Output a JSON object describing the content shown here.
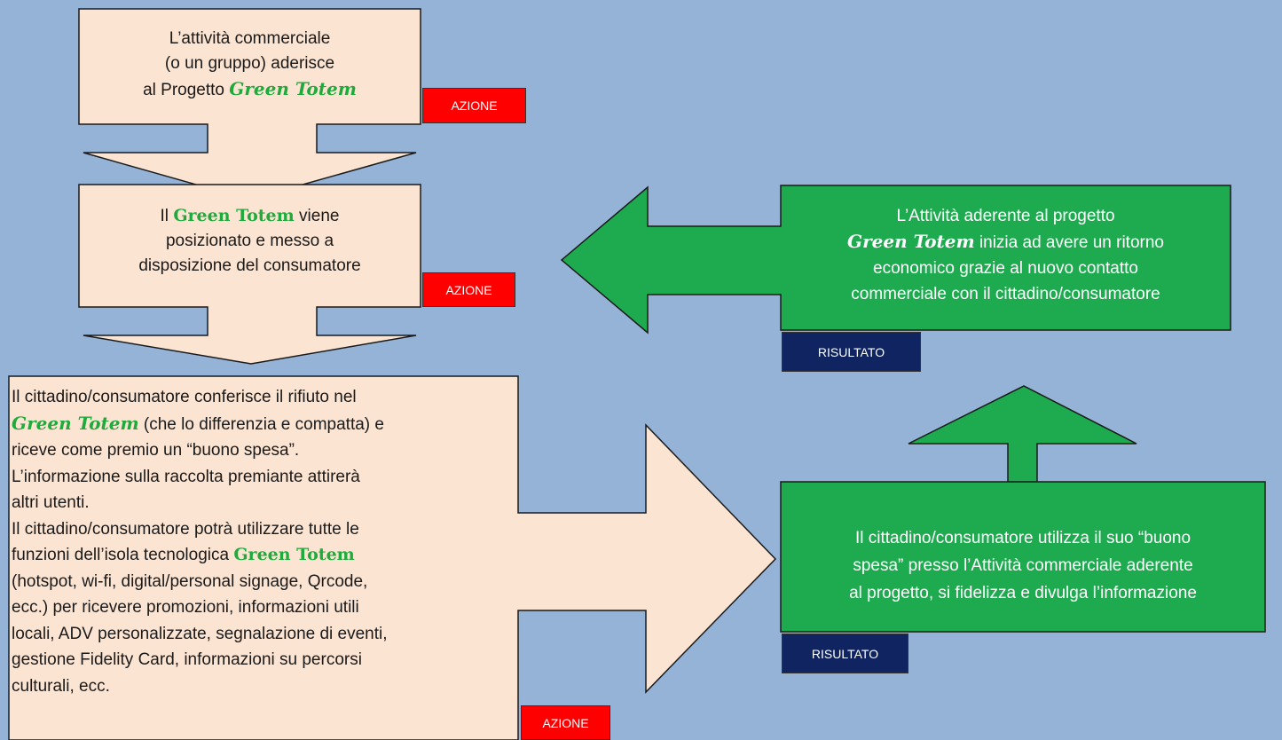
{
  "colors": {
    "background": "#95b3d7",
    "action_box_fill": "#fce4d3",
    "result_box_fill": "#1eab4f",
    "action_tag": "#ff0000",
    "result_tag": "#0f2460",
    "brand_text": "#1eab3c"
  },
  "brand": "Green Totem",
  "box1": {
    "line1": "L’attività commerciale",
    "line2": "(o un gruppo) aderisce",
    "line3_prefix": "al Progetto "
  },
  "box2": {
    "prefix": "Il ",
    "suffix": " viene",
    "line2": "posizionato e messo a",
    "line3": "disposizione del consumatore"
  },
  "box3": {
    "line1": "Il cittadino/consumatore conferisce il rifiuto nel",
    "line2_suffix": " (che lo differenzia e compatta) e",
    "line3": "riceve come premio un “buono spesa”.",
    "line4": "L’informazione sulla raccolta premiante attirerà",
    "line5": "altri utenti.",
    "line6": "Il cittadino/consumatore potrà utilizzare tutte le",
    "line7_prefix": "funzioni dell’isola tecnologica ",
    "line8": "(hotspot, wi-fi, digital/personal signage, Qrcode,",
    "line9": "ecc.) per ricevere promozioni, informazioni utili",
    "line10": "locali, ADV personalizzate, segnalazione di eventi,",
    "line11": "gestione Fidelity Card, informazioni su percorsi",
    "line12": "culturali, ecc."
  },
  "box4": {
    "line1": "L’Attività aderente al progetto",
    "line2_suffix": " inizia ad avere un ritorno",
    "line3": "economico grazie al nuovo contatto",
    "line4": "commerciale con il cittadino/consumatore"
  },
  "box5": {
    "line1": "Il cittadino/consumatore utilizza il suo “buono",
    "line2": "spesa” presso l’Attività commerciale  aderente",
    "line3": "al progetto, si fidelizza e divulga l’informazione"
  },
  "tags": {
    "azione": "AZIONE",
    "risultato": "RISULTATO"
  }
}
